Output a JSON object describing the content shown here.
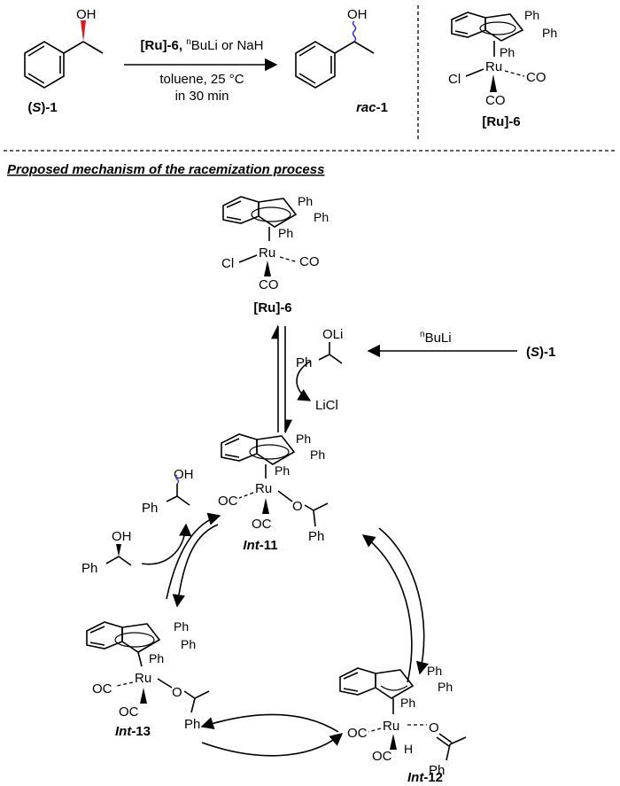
{
  "top": {
    "start_label_prefix": "(",
    "start_label_s": "S",
    "start_label_suffix": ")-1",
    "start_oh": "OH",
    "conditions_line1": "[Ru]-6, ",
    "conditions_n": "n",
    "conditions_line1b": "BuLi or NaH",
    "conditions_line2": "toluene, 25 °C",
    "conditions_line3": "in 30 min",
    "product_oh": "OH",
    "product_label_rac": "rac",
    "product_label_suffix": "-1",
    "catalyst_label": "[Ru]-6"
  },
  "section_title": "Proposed mechanism of the racemization process",
  "labels": {
    "ph": "Ph",
    "ru": "Ru",
    "cl": "Cl",
    "co": "CO",
    "oc": "OC",
    "o": "O",
    "h": "H",
    "oli": "OLi",
    "oh": "OH",
    "licl": "LiCl",
    "nbuli_n": "n",
    "nbuli": "BuLi",
    "ru6": "[Ru]-6",
    "s1_prefix": "(",
    "s1_s": "S",
    "s1_suffix": ")-1",
    "int11_int": "Int",
    "int11_num": "-11",
    "int12_int": "Int",
    "int12_num": "-12",
    "int13_int": "Int",
    "int13_num": "-13"
  },
  "colors": {
    "wedge_red": "#e8141c",
    "wavy_blue": "#3a3ad8"
  }
}
